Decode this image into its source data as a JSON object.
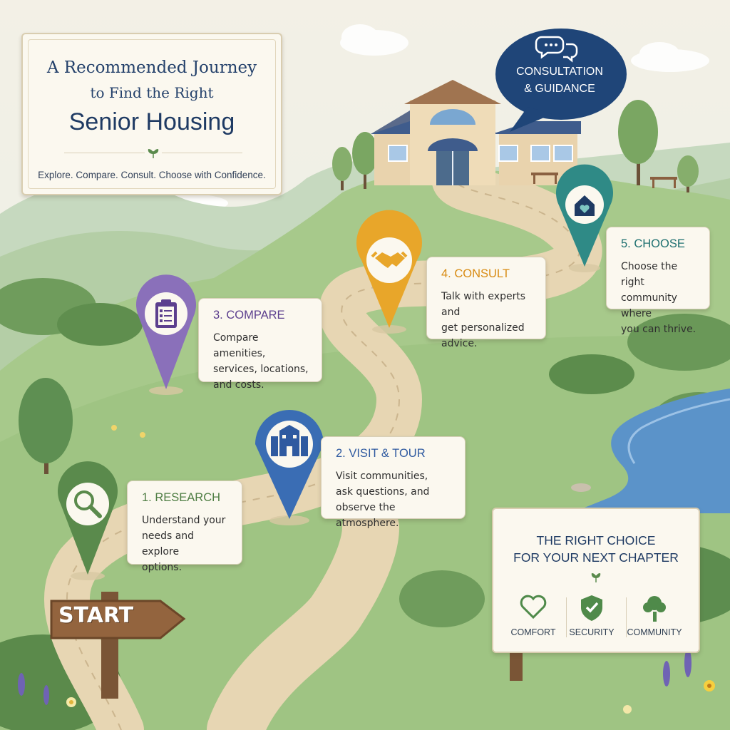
{
  "title": {
    "line1": "A Recommended Journey",
    "line2": "to Find the Right",
    "line3": "Senior Housing",
    "tagline": "Explore. Compare. Consult. Choose with Confidence."
  },
  "consultation_bubble": {
    "line1": "CONSULTATION",
    "line2": "& GUIDANCE",
    "icon": "chat-bubbles-icon",
    "color": "#1f4578"
  },
  "start_sign": {
    "label": "START"
  },
  "steps": [
    {
      "title": "1. RESEARCH",
      "description": "Understand your\nneeds and explore\noptions.",
      "icon": "magnifier-icon",
      "color": "#5a8a4c"
    },
    {
      "title": "2. VISIT & TOUR",
      "description": "Visit communities,\nask questions, and\nobserve the atmosphere.",
      "icon": "building-icon",
      "color": "#3a6db4"
    },
    {
      "title": "3. COMPARE",
      "description": "Compare amenities,\nservices, locations,\nand costs.",
      "icon": "clipboard-checklist-icon",
      "color": "#8a70ba"
    },
    {
      "title": "4. CONSULT",
      "description": "Talk with experts and\nget personalized\nadvice.",
      "icon": "handshake-icon",
      "color": "#e8a62a"
    },
    {
      "title": "5. CHOOSE",
      "description": "Choose the right\ncommunity where\nyou can thrive.",
      "icon": "house-heart-icon",
      "color": "#2f8a86"
    }
  ],
  "choice_card": {
    "line1": "THE RIGHT CHOICE",
    "line2": "FOR YOUR NEXT CHAPTER",
    "features": [
      {
        "label": "COMFORT",
        "icon": "heart-icon"
      },
      {
        "label": "SECURITY",
        "icon": "shield-check-icon"
      },
      {
        "label": "COMMUNITY",
        "icon": "tree-icon"
      }
    ]
  },
  "colors": {
    "sky": "#eef2ef",
    "grass": "#a9c98a",
    "path": "#ead9b8",
    "river": "#5b93c9",
    "navy": "#1e3a63"
  }
}
